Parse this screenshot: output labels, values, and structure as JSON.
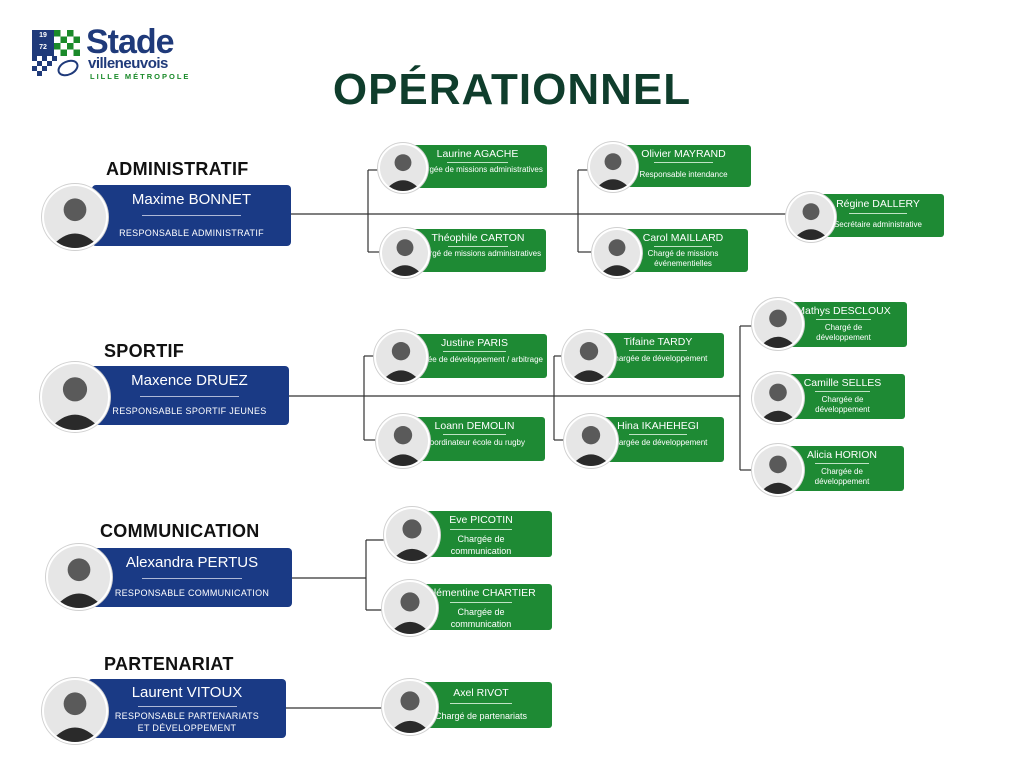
{
  "logo": {
    "years": [
      "19",
      "72"
    ],
    "brand": "Stade",
    "brand_sub": "villeneuvois",
    "tagline": "LILLE MÉTROPOLE"
  },
  "title": "OPÉRATIONNEL",
  "colors": {
    "title": "#0f3d2c",
    "head_card": "#1a3a85",
    "member_card": "#1e8a34"
  },
  "sections": {
    "administratif": {
      "label": "ADMINISTRATIF",
      "head": {
        "name": "Maxime BONNET",
        "role": "RESPONSABLE ADMINISTRATIF"
      },
      "members": [
        {
          "name": "Laurine AGACHE",
          "role": "Chargée de missions administratives"
        },
        {
          "name": "Théophile CARTON",
          "role": "Chargé de missions administratives"
        },
        {
          "name": "Olivier MAYRAND",
          "role": "Responsable intendance"
        },
        {
          "name": "Carol MAILLARD",
          "role": "Chargé de missions événementielles"
        },
        {
          "name": "Régine DALLERY",
          "role": "Secrétaire administrative"
        }
      ]
    },
    "sportif": {
      "label": "SPORTIF",
      "head": {
        "name": "Maxence DRUEZ",
        "role": "RESPONSABLE SPORTIF JEUNES"
      },
      "members": [
        {
          "name": "Justine PARIS",
          "role": "Chargée de développement / arbitrage"
        },
        {
          "name": "Loann DEMOLIN",
          "role": "Coordinateur école du rugby"
        },
        {
          "name": "Tifaine TARDY",
          "role": "Chargée de développement"
        },
        {
          "name": "Hina IKAHEHEGI",
          "role": "Chargée de développement"
        },
        {
          "name": "Mathys DESCLOUX",
          "role": "Chargé de développement"
        },
        {
          "name": "Camille SELLES",
          "role": "Chargée de développement"
        },
        {
          "name": "Alicia HORION",
          "role": "Chargée de développement"
        }
      ]
    },
    "communication": {
      "label": "COMMUNICATION",
      "head": {
        "name": "Alexandra PERTUS",
        "role": "RESPONSABLE COMMUNICATION"
      },
      "members": [
        {
          "name": "Eve PICOTIN",
          "role": "Chargée de communication"
        },
        {
          "name": "Clémentine CHARTIER",
          "role": "Chargée de communication"
        }
      ]
    },
    "partenariat": {
      "label": "PARTENARIAT",
      "head": {
        "name": "Laurent VITOUX",
        "role": "RESPONSABLE PARTENARIATS ET DÉVELOPPEMENT"
      },
      "members": [
        {
          "name": "Axel RIVOT",
          "role": "Chargé de partenariats"
        }
      ]
    }
  }
}
